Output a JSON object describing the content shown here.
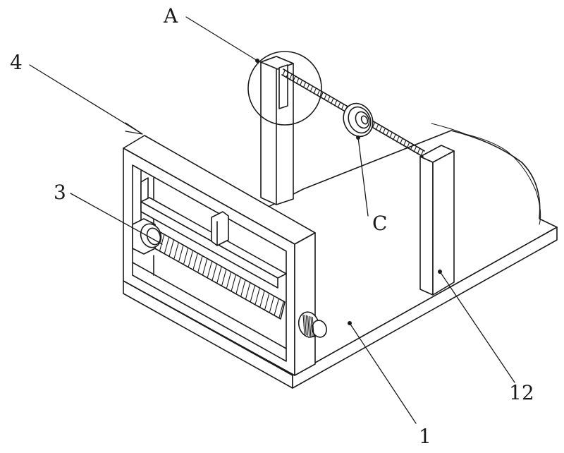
{
  "labels": {
    "A": "A",
    "C": "C",
    "base": "1",
    "screw": "3",
    "frame": "4",
    "post": "12"
  }
}
